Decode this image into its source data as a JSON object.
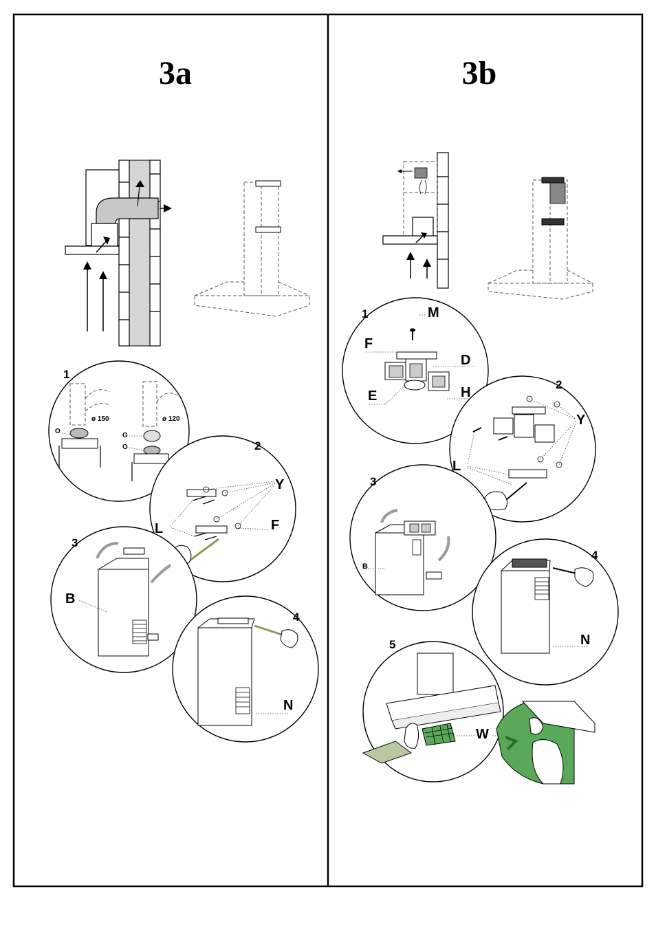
{
  "panels": {
    "left": {
      "title": "3a",
      "steps": {
        "s1": {
          "number": "1",
          "dia1": "ø 150",
          "dia2": "ø 120",
          "part_o1": "O",
          "part_g": "G",
          "part_o2": "O"
        },
        "s2": {
          "number": "2",
          "part_y": "Y",
          "part_l": "L",
          "part_f": "F"
        },
        "s3": {
          "number": "3",
          "part_b": "B"
        },
        "s4": {
          "number": "4",
          "part_n": "N"
        }
      }
    },
    "right": {
      "title": "3b",
      "steps": {
        "s1": {
          "number": "1",
          "part_m": "M",
          "part_f": "F",
          "part_d": "D",
          "part_e": "E",
          "part_h": "H"
        },
        "s2": {
          "number": "2",
          "part_y": "Y",
          "part_l": "L"
        },
        "s3": {
          "number": "3",
          "part_b": "B"
        },
        "s4": {
          "number": "4",
          "part_n": "N"
        },
        "s5": {
          "number": "5",
          "part_w": "W"
        }
      }
    }
  },
  "colors": {
    "filter_green": "#5aa95a",
    "wall_grey": "#d6d6d6",
    "arrow_grey": "#9a9a9a"
  }
}
